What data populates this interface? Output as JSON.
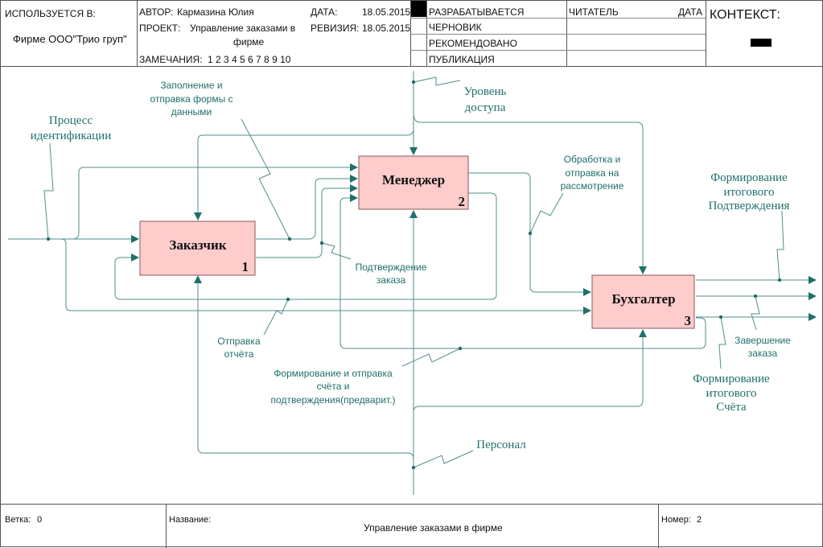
{
  "header": {
    "used_in_label": "ИСПОЛЬЗУЕТСЯ В:",
    "used_in_value": "Фирме ООО\"Трио груп\"",
    "author_label": "АВТОР:",
    "author_value": "Кармазина Юлия",
    "date_label": "ДАТА:",
    "date_value": "18.05.2015",
    "project_label": "ПРОЕКТ:",
    "project_value_line1": "Управление заказами в",
    "project_value_line2": "фирме",
    "revision_label": "РЕВИЗИЯ:",
    "revision_value": "18.05.2015",
    "notes_label": "ЗАМЕЧАНИЯ:",
    "notes_value": "1 2 3 4 5 6 7 8 9 10",
    "status": [
      {
        "label": "РАЗРАБАТЫВАЕТСЯ",
        "checked": true
      },
      {
        "label": "ЧЕРНОВИК",
        "checked": false
      },
      {
        "label": "РЕКОМЕНДОВАНО",
        "checked": false
      },
      {
        "label": "ПУБЛИКАЦИЯ",
        "checked": false
      }
    ],
    "reader_label": "ЧИТАТЕЛЬ",
    "reader_date_label": "ДАТА",
    "context_label": "КОНТЕКСТ:"
  },
  "diagram": {
    "boxes": [
      {
        "name": "Заказчик",
        "number": "1"
      },
      {
        "name": "Менеджер",
        "number": "2"
      },
      {
        "name": "Бухгалтер",
        "number": "3"
      }
    ],
    "arrow_labels": {
      "identification": [
        "Процесс",
        "идентификации"
      ],
      "fill_form": [
        "Заполнение и",
        "отправка формы с",
        "данными"
      ],
      "access_level": [
        "Уровень",
        "доступа"
      ],
      "processing": [
        "Обработка и",
        "отправка на",
        "рассмотрение"
      ],
      "final_confirmation": [
        "Формирование",
        "итогового",
        "Подтверждения"
      ],
      "order_confirmation": [
        "Подтверждение",
        "заказа"
      ],
      "report": [
        "Отправка",
        "отчёта"
      ],
      "invoice": [
        "Формирование и отправка",
        "счёта и",
        "подтверждения(предварит.)"
      ],
      "order_completion": [
        "Завершение",
        "заказа"
      ],
      "final_invoice": [
        "Формирование",
        "итогового",
        "Счёта"
      ],
      "staff": [
        "Персонал"
      ]
    },
    "colors": {
      "arrow": "#1f6f6a",
      "box_fill": "#ffcccc",
      "box_border": "#8a5a5a"
    }
  },
  "footer": {
    "node_label": "Ветка:",
    "node_value": "0",
    "title_label": "Название:",
    "title_value": "Управление заказами в фирме",
    "number_label": "Номер:",
    "number_value": "2"
  }
}
